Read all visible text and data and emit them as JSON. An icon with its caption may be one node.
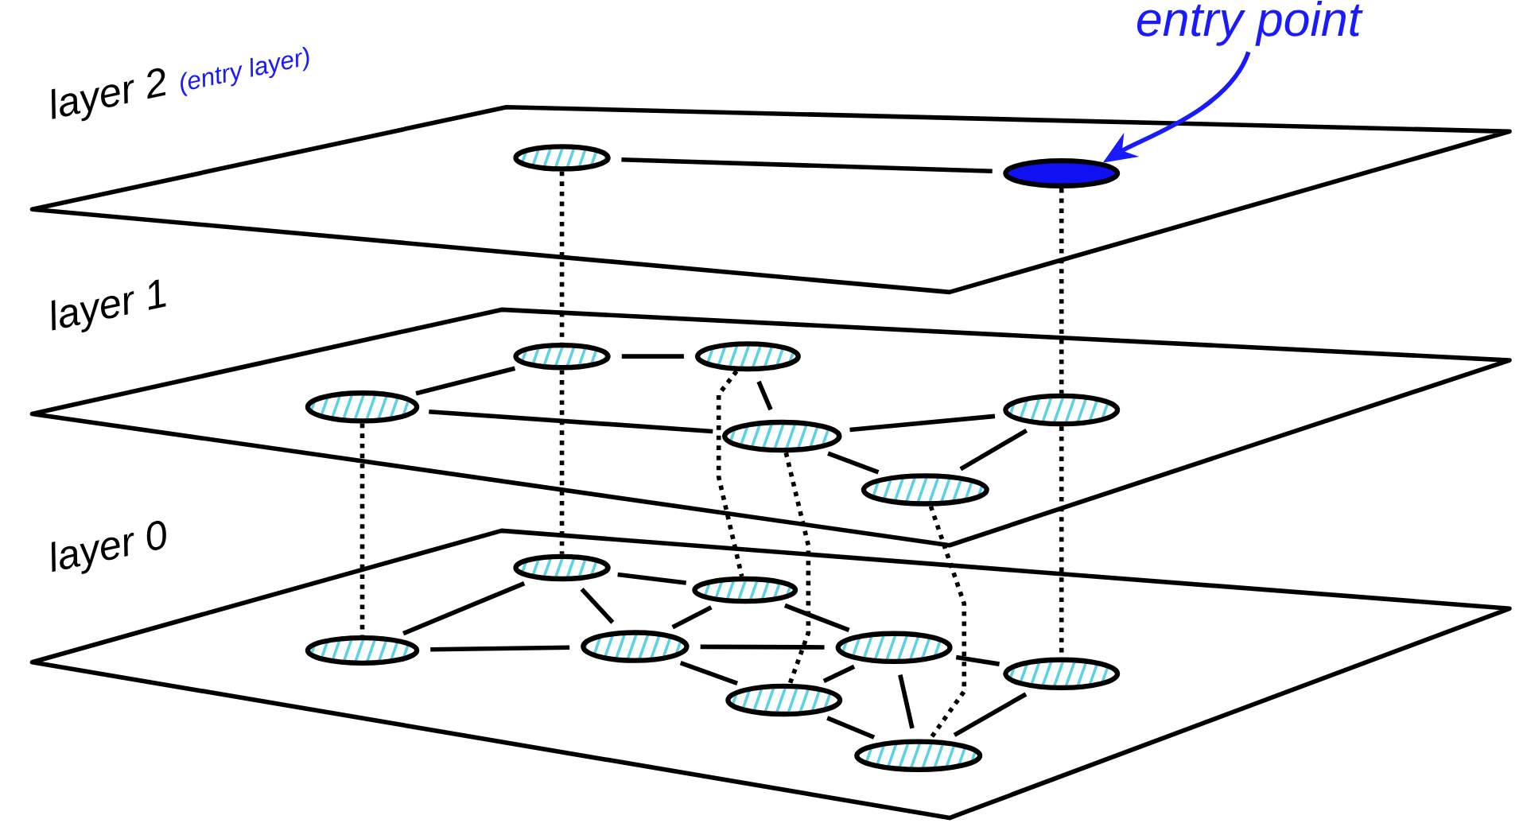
{
  "diagram": {
    "nodes": [
      {
        "text": [
          "layer 2",
          "(entry layer)"
        ]
      },
      {
        "text": [],
        "shape": "ellipse",
        "in": 0
      },
      {
        "text": [],
        "shape": "ellipse",
        "in": 0
      },
      {
        "text": [
          "layer 1"
        ]
      },
      {
        "text": [],
        "shape": "ellipse",
        "in": 3
      },
      {
        "text": [],
        "shape": "ellipse",
        "in": 3
      },
      {
        "text": [],
        "shape": "ellipse",
        "in": 3
      },
      {
        "text": [],
        "shape": "ellipse",
        "in": 3
      },
      {
        "text": [],
        "shape": "ellipse",
        "in": 3
      },
      {
        "text": [],
        "shape": "ellipse",
        "in": 3
      },
      {
        "text": [
          "layer 0"
        ]
      },
      {
        "text": [],
        "shape": "ellipse",
        "in": 10
      },
      {
        "text": [],
        "shape": "ellipse",
        "in": 10
      },
      {
        "text": [],
        "shape": "ellipse",
        "in": 10
      },
      {
        "text": [],
        "shape": "ellipse",
        "in": 10
      },
      {
        "text": [],
        "shape": "ellipse",
        "in": 10
      },
      {
        "text": [],
        "shape": "ellipse",
        "in": 10
      },
      {
        "text": [],
        "shape": "ellipse",
        "in": 10
      },
      {
        "text": [],
        "shape": "ellipse",
        "in": 10
      },
      {
        "text": [
          "entry point"
        ]
      }
    ],
    "edges": [
      {
        "from": 1,
        "to": 2,
        "arrow": "none"
      },
      {
        "from": 4,
        "to": 5,
        "arrow": "none"
      },
      {
        "from": 4,
        "to": 6,
        "arrow": "none"
      },
      {
        "from": 5,
        "to": 7,
        "arrow": "none"
      },
      {
        "from": 6,
        "to": 7,
        "arrow": "none"
      },
      {
        "from": 7,
        "to": 8,
        "arrow": "none"
      },
      {
        "from": 7,
        "to": 9,
        "arrow": "none"
      },
      {
        "from": 8,
        "to": 9,
        "arrow": "none"
      },
      {
        "from": 11,
        "to": 13,
        "arrow": "none"
      },
      {
        "from": 11,
        "to": 14,
        "arrow": "none"
      },
      {
        "from": 11,
        "to": 12,
        "arrow": "none"
      },
      {
        "from": 13,
        "to": 14,
        "arrow": "none"
      },
      {
        "from": 14,
        "to": 12,
        "arrow": "none"
      },
      {
        "from": 14,
        "to": 15,
        "arrow": "none"
      },
      {
        "from": 12,
        "to": 15,
        "arrow": "none"
      },
      {
        "from": 14,
        "to": 17,
        "arrow": "none"
      },
      {
        "from": 17,
        "to": 15,
        "arrow": "none"
      },
      {
        "from": 17,
        "to": 18,
        "arrow": "none"
      },
      {
        "from": 15,
        "to": 18,
        "arrow": "none"
      },
      {
        "from": 15,
        "to": 16,
        "arrow": "none"
      },
      {
        "from": 16,
        "to": 18,
        "arrow": "none"
      },
      {
        "from": 1,
        "to": 4,
        "arrow": "none",
        "style": "dashed"
      },
      {
        "from": 2,
        "to": 8,
        "arrow": "none",
        "style": "dashed"
      },
      {
        "from": 6,
        "to": 13,
        "arrow": "none",
        "style": "dashed"
      },
      {
        "from": 4,
        "to": 11,
        "arrow": "none",
        "style": "dashed"
      },
      {
        "from": 5,
        "to": 12,
        "arrow": "none",
        "style": "dashed"
      },
      {
        "from": 7,
        "to": 17,
        "arrow": "none",
        "style": "dashed"
      },
      {
        "from": 9,
        "to": 18,
        "arrow": "none",
        "style": "dashed"
      },
      {
        "from": 8,
        "to": 16,
        "arrow": "none",
        "style": "dashed"
      },
      {
        "from": 19,
        "to": 2,
        "arrow": "to",
        "color": "#1a1aff"
      }
    ]
  }
}
